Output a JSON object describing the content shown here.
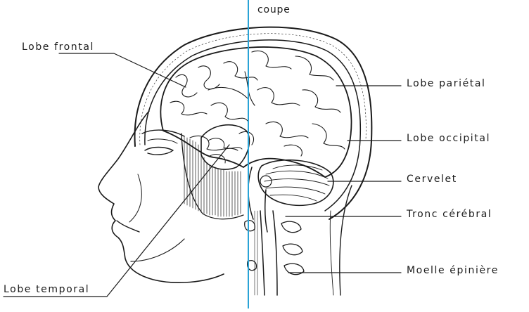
{
  "labels": {
    "coupe": "coupe",
    "lobe_frontal": "Lobe frontal",
    "lobe_temporal": "Lobe temporal",
    "lobe_parietal": "Lobe pariétal",
    "lobe_occipital": "Lobe occipital",
    "cervelet": "Cervelet",
    "tronc_cerebral": "Tronc cérébral",
    "moelle_epiniere": "Moelle épinière"
  },
  "colors": {
    "ink": "#1a1a1a",
    "section_line": "#29a3d6",
    "background": "#ffffff"
  }
}
